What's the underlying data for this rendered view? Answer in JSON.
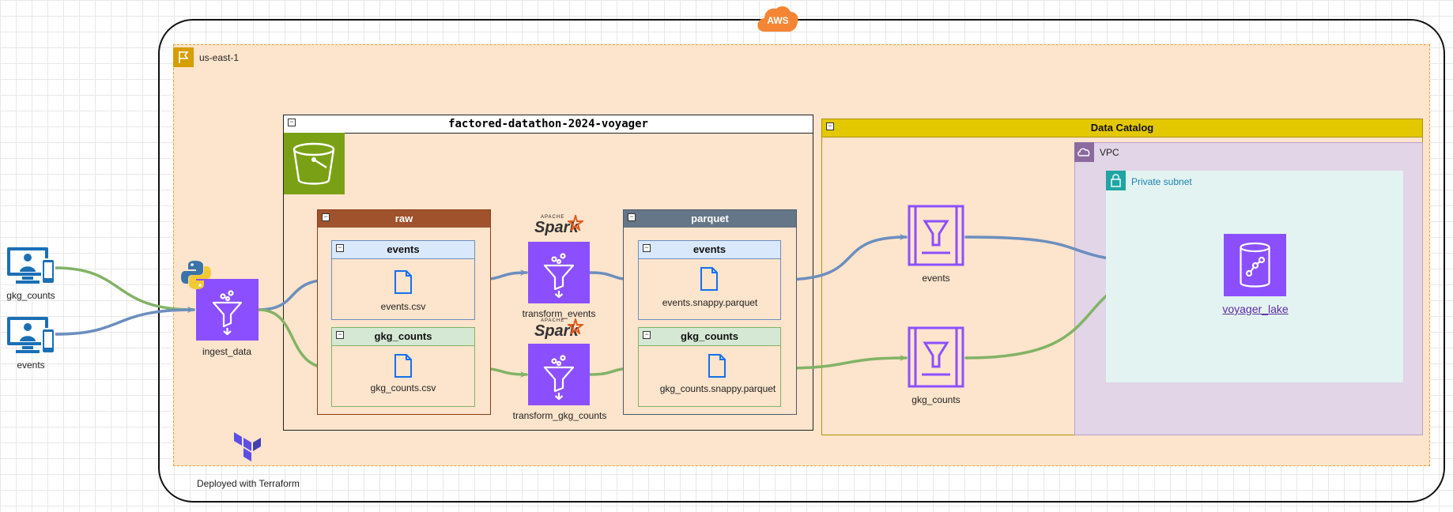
{
  "aws_badge": "AWS",
  "region": {
    "label": "us-east-1"
  },
  "footer": {
    "label": "Deployed with Terraform"
  },
  "sources": [
    {
      "name": "gkg_counts",
      "icon": "client-devices-icon"
    },
    {
      "name": "events",
      "icon": "client-devices-icon"
    }
  ],
  "ingest": {
    "label": "ingest_data",
    "icon": "glue-function-icon"
  },
  "bucket": {
    "title": "factored-datathon-2024-voyager",
    "raw": {
      "title": "raw",
      "events": {
        "title": "events",
        "file": "events.csv"
      },
      "gkg_counts": {
        "title": "gkg_counts",
        "file": "gkg_counts.csv"
      }
    },
    "parquet": {
      "title": "parquet",
      "events": {
        "title": "events",
        "file": "events.snappy.parquet"
      },
      "gkg_counts": {
        "title": "gkg_counts",
        "file": "gkg_counts.snappy.parquet"
      }
    }
  },
  "transforms": [
    {
      "label": "transform_events",
      "badge": "Spark",
      "badge_small": "APACHE"
    },
    {
      "label": "transform_gkg_counts",
      "badge": "Spark",
      "badge_small": "APACHE"
    }
  ],
  "catalog": {
    "title": "Data Catalog",
    "crawlers": [
      {
        "label": "events"
      },
      {
        "label": "gkg_counts"
      }
    ],
    "vpc": {
      "label": "VPC"
    },
    "subnet": {
      "label": "Private subnet"
    },
    "database": {
      "label": "voyager_lake"
    }
  },
  "colors": {
    "blue_flow": "#6c8ebf",
    "green_flow": "#82b366",
    "glue_purple": "#8c4fff",
    "bucket_green": "#7aa116",
    "region_fill": "#fde4cc"
  }
}
